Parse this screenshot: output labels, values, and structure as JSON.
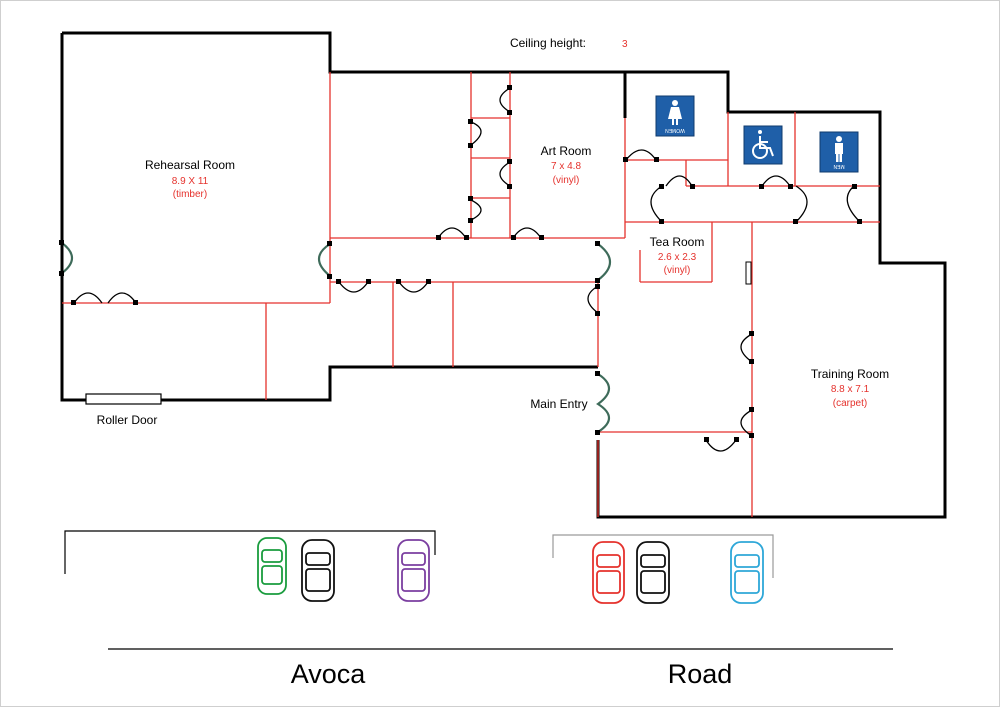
{
  "ceiling": {
    "label": "Ceiling height:",
    "value": "3"
  },
  "rooms": {
    "rehearsal": {
      "name": "Rehearsal Room",
      "size": "8.9 X 11",
      "floor": "(timber)"
    },
    "art": {
      "name": "Art Room",
      "size": "7 x 4.8",
      "floor": "(vinyl)"
    },
    "tea": {
      "name": "Tea Room",
      "size": "2.6 x 2.3",
      "floor": "(vinyl)"
    },
    "training": {
      "name": "Training Room",
      "size": "8.8 x 7.1",
      "floor": "(carpet)"
    }
  },
  "labels": {
    "roller_door": "Roller Door",
    "main_entry": "Main Entry"
  },
  "road": {
    "word1": "Avoca",
    "word2": "Road"
  },
  "signs": {
    "women": "WOMEN",
    "men": "MEN"
  },
  "icons": {
    "women": "women-toilet-icon",
    "accessible": "accessible-toilet-icon",
    "men": "men-toilet-icon",
    "car": "car-icon"
  },
  "colors": {
    "wall": "#000000",
    "partition": "#e5322d",
    "external_door": "#3e6b5a",
    "sign_blue": "#1f5fa8",
    "cars": [
      "#1a9c3e",
      "#111111",
      "#7b3fa0",
      "#e5322d",
      "#111111",
      "#2ea7d8"
    ]
  }
}
